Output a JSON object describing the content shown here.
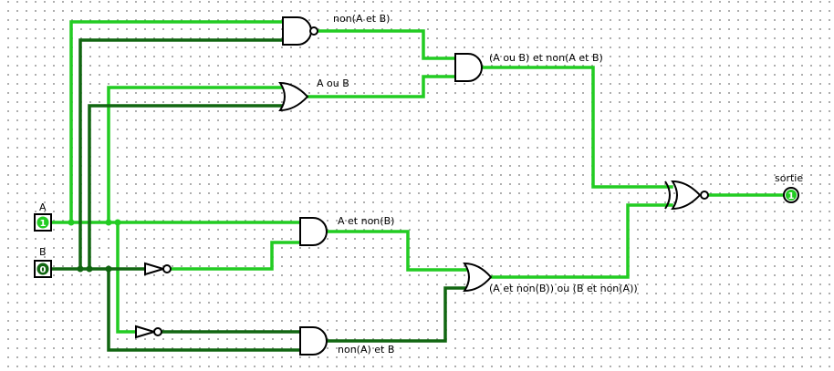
{
  "circuit": {
    "inputs": {
      "a": {
        "label": "A",
        "value": "1",
        "state_color": "#22cc22"
      },
      "b": {
        "label": "B",
        "value": "0",
        "state_color": "#116611"
      }
    },
    "output": {
      "label": "sortie",
      "value": "1",
      "state_color": "#22cc22"
    },
    "labels": {
      "nand_ab": "non(A et B)",
      "or_ab": "A ou B",
      "and_top": "(A ou B) et non(A et B)",
      "a_and_not_b": "A et non(B)",
      "or_bottom": "(A et non(B)) ou (B et non(A))",
      "not_a_and_b": "non(A) et B"
    },
    "wire_colors": {
      "on": "#22cc22",
      "off": "#116611"
    }
  }
}
